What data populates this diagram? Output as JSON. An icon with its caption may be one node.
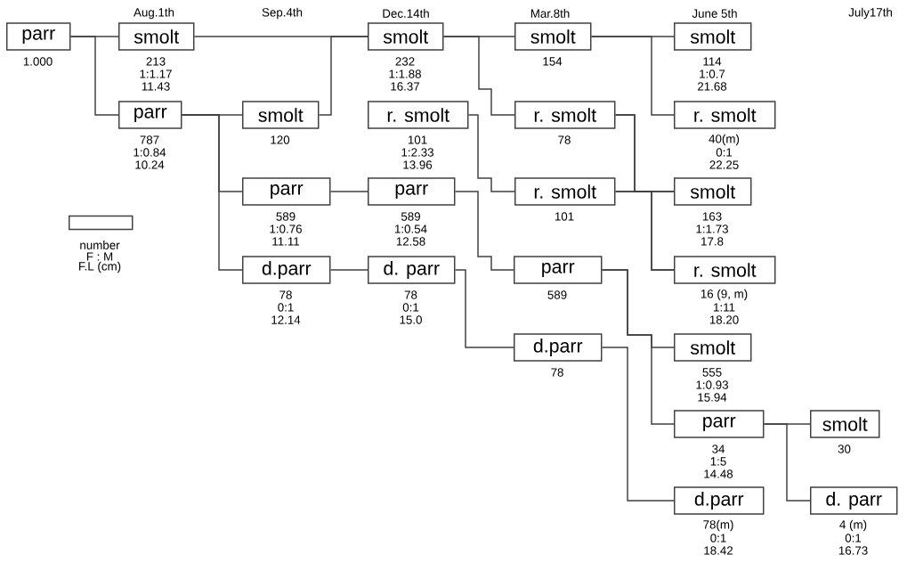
{
  "diagram": {
    "nodes": [
      {
        "text": [
          "parr"
        ],
        "beside": [
          "1.000"
        ]
      },
      {
        "text": [
          "smolt"
        ],
        "beside": [
          "213",
          "1:1.17",
          "11.43"
        ]
      },
      {
        "text": [
          "parr"
        ],
        "beside": [
          "787",
          "1:0.84",
          "10.24"
        ]
      },
      {
        "text": [
          "smolt"
        ],
        "beside": [
          "120"
        ]
      },
      {
        "text": [
          "parr"
        ],
        "beside": [
          "589",
          "1:0.76",
          "11.11"
        ]
      },
      {
        "text": [
          "d.parr"
        ],
        "beside": [
          "78",
          "0:1",
          "12.14"
        ]
      },
      {
        "text": [
          "smolt"
        ],
        "beside": [
          "232",
          "1:1.88",
          "16.37"
        ]
      },
      {
        "text": [
          "r. smolt"
        ],
        "beside": [
          "101",
          "1:2.33",
          "13.96"
        ]
      },
      {
        "text": [
          "parr"
        ],
        "beside": [
          "589",
          "1:0.54",
          "12.58"
        ]
      },
      {
        "text": [
          "d. parr"
        ],
        "beside": [
          "78",
          "0:1",
          "15.0"
        ]
      },
      {
        "text": [
          "smolt"
        ],
        "beside": [
          "154"
        ]
      },
      {
        "text": [
          "r. smolt"
        ],
        "beside": [
          "78"
        ]
      },
      {
        "text": [
          "r. smolt"
        ],
        "beside": [
          "101"
        ]
      },
      {
        "text": [
          "parr"
        ],
        "beside": [
          "589"
        ]
      },
      {
        "text": [
          "d.parr"
        ],
        "beside": [
          "78"
        ]
      },
      {
        "text": [
          "smolt"
        ],
        "beside": [
          "114",
          "1:0.7",
          "21.68"
        ]
      },
      {
        "text": [
          "r. smolt"
        ],
        "beside": [
          "40(m)",
          "0:1",
          "22.25"
        ]
      },
      {
        "text": [
          "smolt"
        ],
        "beside": [
          "163",
          "1:1.73",
          "17.8"
        ]
      },
      {
        "text": [
          "r. smolt"
        ],
        "beside": [
          "16 (9, m)",
          "1:11",
          "18.20"
        ]
      },
      {
        "text": [
          "smolt"
        ],
        "beside": [
          "555",
          "1:0.93",
          "15.94"
        ]
      },
      {
        "text": [
          "parr"
        ],
        "beside": [
          "34",
          "1:5",
          "14.48"
        ]
      },
      {
        "text": [
          "d.parr"
        ],
        "beside": [
          "78(m)",
          "0:1",
          "18.42"
        ]
      },
      {
        "text": [
          "smolt"
        ],
        "beside": [
          "30"
        ]
      },
      {
        "text": [
          "d. parr"
        ],
        "beside": [
          "4 (m)",
          "0:1",
          "16.73"
        ]
      },
      {
        "text": [],
        "shape": "box"
      }
    ],
    "edges": [
      {
        "from": 0,
        "to": 1,
        "arrow": "none"
      },
      {
        "from": 0,
        "to": 2,
        "arrow": "none"
      },
      {
        "from": 1,
        "to": 6,
        "arrow": "none"
      },
      {
        "from": 3,
        "to": 6,
        "arrow": "none"
      },
      {
        "from": 2,
        "to": 3,
        "arrow": "none"
      },
      {
        "from": 2,
        "to": 4,
        "arrow": "none"
      },
      {
        "from": 2,
        "to": 5,
        "arrow": "none"
      },
      {
        "from": 6,
        "to": 10,
        "arrow": "none"
      },
      {
        "from": 6,
        "to": 11,
        "arrow": "none"
      },
      {
        "from": 7,
        "to": 12,
        "arrow": "none"
      },
      {
        "from": 4,
        "to": 8,
        "arrow": "none"
      },
      {
        "from": 8,
        "to": 13,
        "arrow": "none"
      },
      {
        "from": 5,
        "to": 9,
        "arrow": "none"
      },
      {
        "from": 9,
        "to": 14,
        "arrow": "none"
      },
      {
        "from": 10,
        "to": 15,
        "arrow": "none"
      },
      {
        "from": 10,
        "to": 16,
        "arrow": "none"
      },
      {
        "from": 11,
        "to": 17,
        "arrow": "none"
      },
      {
        "from": 11,
        "to": 18,
        "arrow": "none"
      },
      {
        "from": 12,
        "to": 17,
        "arrow": "none"
      },
      {
        "from": 12,
        "to": 18,
        "arrow": "none"
      },
      {
        "from": 13,
        "to": 19,
        "arrow": "none"
      },
      {
        "from": 13,
        "to": 20,
        "arrow": "none"
      },
      {
        "from": 14,
        "to": 21,
        "arrow": "none"
      },
      {
        "from": 20,
        "to": 22,
        "arrow": "none"
      },
      {
        "from": 20,
        "to": 23,
        "arrow": "none"
      }
    ],
    "labels": [
      "Aug.1th",
      "Sep.4th",
      "Dec.14th",
      "Mar.8th",
      "June 5th",
      "July17th",
      "number",
      "F : M",
      "F.L (cm)"
    ]
  }
}
